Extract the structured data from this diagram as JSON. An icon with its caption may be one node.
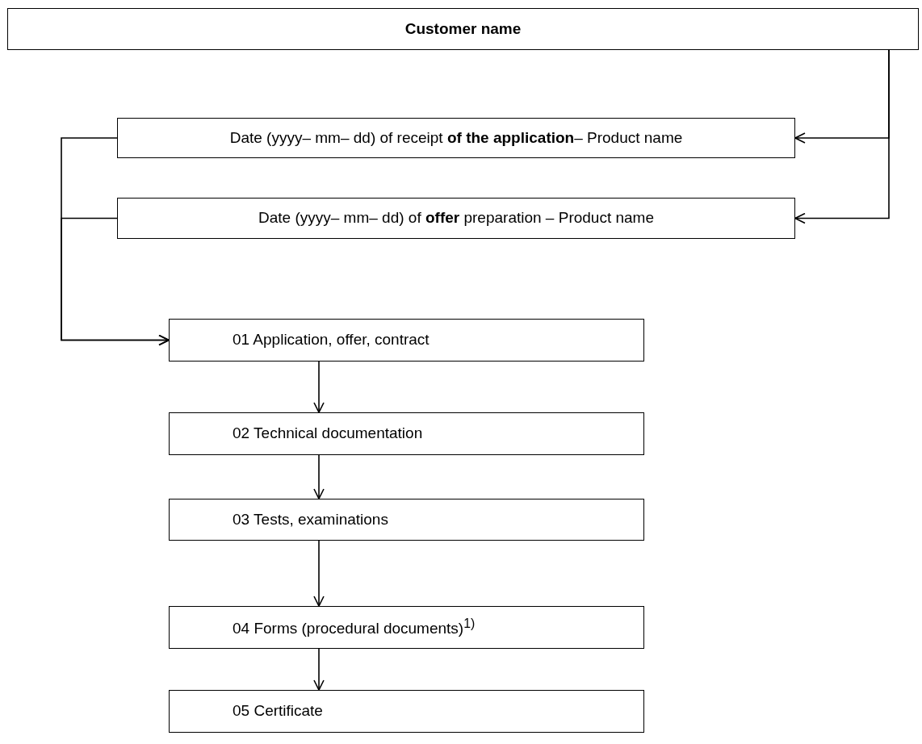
{
  "diagram": {
    "nodes": [
      {
        "text": [
          "Customer name"
        ]
      },
      {
        "text": [
          "Date (yyyy– mm– dd) of receipt **of the application**– Product name"
        ]
      },
      {
        "text": [
          "Date (yyyy– mm– dd) of **offer** preparation – Product name"
        ]
      },
      {
        "text": [
          "01 Application, offer, contract"
        ]
      },
      {
        "text": [
          "02 Technical documentation"
        ]
      },
      {
        "text": [
          "03 Tests, examinations"
        ]
      },
      {
        "text": [
          "04 Forms (procedural documents)$^{1)}$"
        ]
      },
      {
        "text": [
          "05 Certificate"
        ]
      }
    ],
    "edges": [
      {
        "from": 0,
        "to": 1,
        "arrow": "to"
      },
      {
        "from": 0,
        "to": 2,
        "arrow": "to"
      },
      {
        "from": 1,
        "to": 3,
        "arrow": "to"
      },
      {
        "from": 2,
        "to": 3,
        "arrow": "to"
      },
      {
        "from": 3,
        "to": 4,
        "arrow": "to"
      },
      {
        "from": 4,
        "to": 5,
        "arrow": "to"
      },
      {
        "from": 5,
        "to": 6,
        "arrow": "to"
      },
      {
        "from": 6,
        "to": 7,
        "arrow": "to"
      }
    ]
  }
}
